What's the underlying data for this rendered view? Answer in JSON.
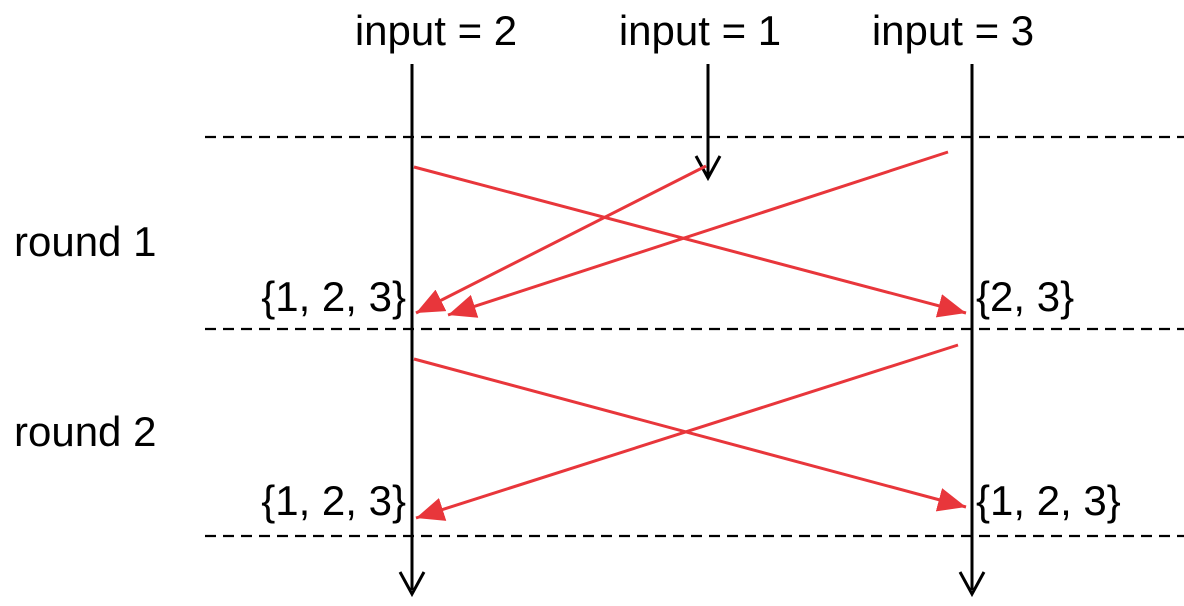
{
  "colors": {
    "message": "#e8363b",
    "timeline": "#000000",
    "boundary": "#000000"
  },
  "inputs": [
    {
      "label": "input = 2"
    },
    {
      "label": "input = 1"
    },
    {
      "label": "input = 3"
    }
  ],
  "rounds": [
    {
      "label": "round 1"
    },
    {
      "label": "round 2"
    }
  ],
  "states": {
    "p1_round1": "{1, 2, 3}",
    "p3_round1": "{2, 3}",
    "p1_round2": "{1, 2, 3}",
    "p3_round2": "{1, 2, 3}"
  }
}
